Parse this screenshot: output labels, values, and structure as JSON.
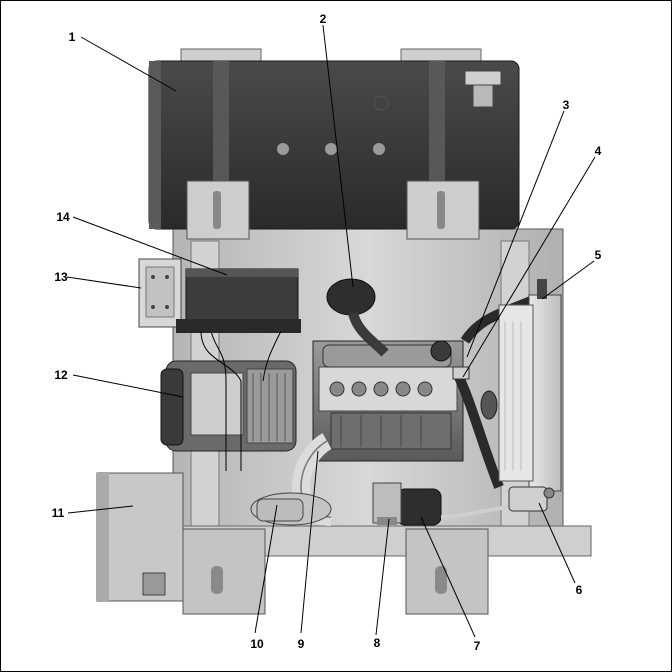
{
  "figure": {
    "description_hidden": false,
    "callouts": [
      {
        "num": "1"
      },
      {
        "num": "2"
      },
      {
        "num": "3"
      },
      {
        "num": "4"
      },
      {
        "num": "5"
      },
      {
        "num": "6"
      },
      {
        "num": "7"
      },
      {
        "num": "8"
      },
      {
        "num": "9"
      },
      {
        "num": "10"
      },
      {
        "num": "11"
      },
      {
        "num": "12"
      },
      {
        "num": "13"
      },
      {
        "num": "14"
      }
    ],
    "colors": {
      "tank_dark": "#3a3a3a",
      "frame_light": "#c8c8c8",
      "engine_mid": "#8a8a8a",
      "outline": "#000000"
    }
  }
}
